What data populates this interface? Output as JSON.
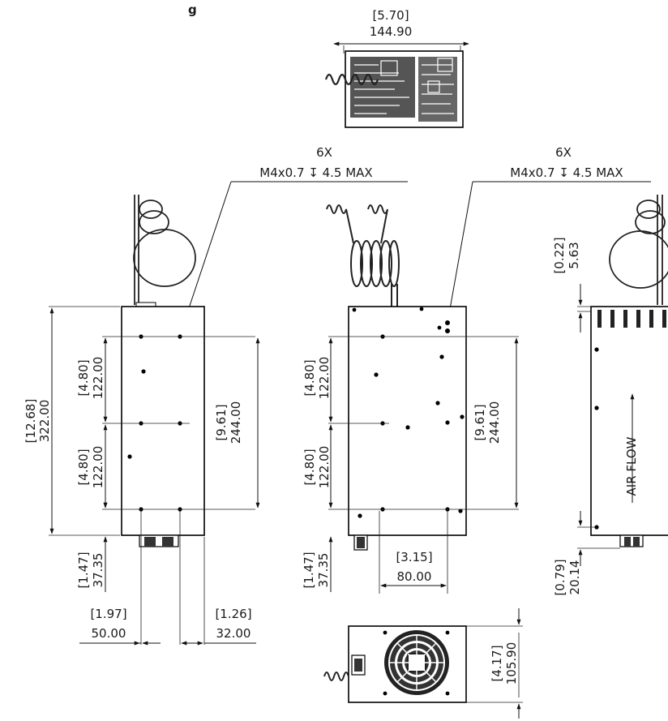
{
  "title_fragment": "g",
  "top_view": {
    "width_in": "[5.70]",
    "width_mm": "144.90"
  },
  "callout_left": {
    "qty": "6X",
    "spec": "M4x0.7 ↧ 4.5 MAX"
  },
  "callout_right": {
    "qty": "6X",
    "spec": "M4x0.7 ↧ 4.5 MAX"
  },
  "left_view": {
    "overall_in": "[12.68]",
    "overall_mm": "322.00",
    "upper_pitch_in": "[4.80]",
    "upper_pitch_mm": "122.00",
    "lower_pitch_in": "[4.80]",
    "lower_pitch_mm": "122.00",
    "bottom_offset_in": "[1.47]",
    "bottom_offset_mm": "37.35",
    "span_in": "[9.61]",
    "span_mm": "244.00",
    "x1_in": "[1.97]",
    "x1_mm": "50.00",
    "x2_in": "[1.26]",
    "x2_mm": "32.00"
  },
  "middle_view": {
    "upper_pitch_in": "[4.80]",
    "upper_pitch_mm": "122.00",
    "lower_pitch_in": "[4.80]",
    "lower_pitch_mm": "122.00",
    "bottom_offset_in": "[1.47]",
    "bottom_offset_mm": "37.35",
    "span_in": "[9.61]",
    "span_mm": "244.00",
    "width_in": "[3.15]",
    "width_mm": "80.00"
  },
  "right_view": {
    "top_offset_in": "[0.22]",
    "top_offset_mm": "5.63",
    "bottom_offset_in": "[0.79]",
    "bottom_offset_mm": "20.14",
    "airflow_label": "AIR FLOW"
  },
  "fan_view": {
    "height_in": "[4.17]",
    "height_mm": "105.90"
  }
}
